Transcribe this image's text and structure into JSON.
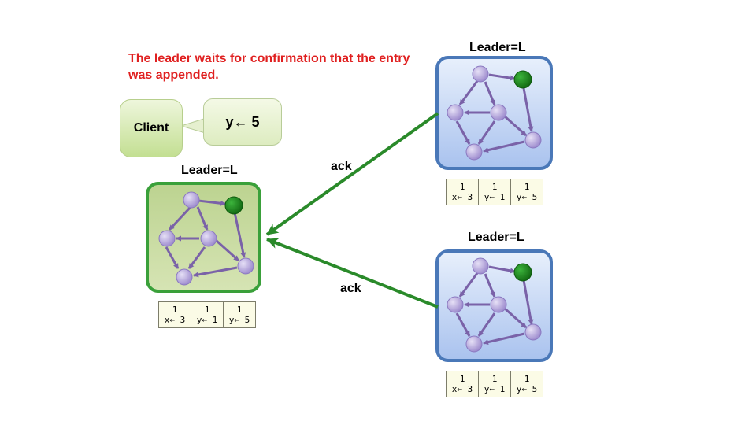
{
  "caption": "The leader waits for confirmation that the entry was appended.",
  "client": {
    "label": "Client",
    "command": "y← 5"
  },
  "servers": {
    "left": {
      "label": "Leader=L",
      "log": [
        {
          "term": "1",
          "cmd": "x← 3"
        },
        {
          "term": "1",
          "cmd": "y← 1"
        },
        {
          "term": "1",
          "cmd": "y← 5"
        }
      ]
    },
    "top": {
      "label": "Leader=L",
      "log": [
        {
          "term": "1",
          "cmd": "x← 3"
        },
        {
          "term": "1",
          "cmd": "y← 1"
        },
        {
          "term": "1",
          "cmd": "y← 5"
        }
      ]
    },
    "bottom": {
      "label": "Leader=L",
      "log": [
        {
          "term": "1",
          "cmd": "x← 3"
        },
        {
          "term": "1",
          "cmd": "y← 1"
        },
        {
          "term": "1",
          "cmd": "y← 5"
        }
      ]
    }
  },
  "messages": {
    "ack_top": "ack",
    "ack_bottom": "ack"
  },
  "colors": {
    "caption": "#e02020",
    "node": "#a898d8",
    "leader_node": "#1f8a1f",
    "edge": "#7a62a8",
    "ack_arrow": "#2a8a2a",
    "leader_box_fill": "#c6d89c",
    "leader_box_border": "#3aa03a",
    "follower_box_fill": "#b9cdf0",
    "follower_box_border": "#4a78b8"
  }
}
